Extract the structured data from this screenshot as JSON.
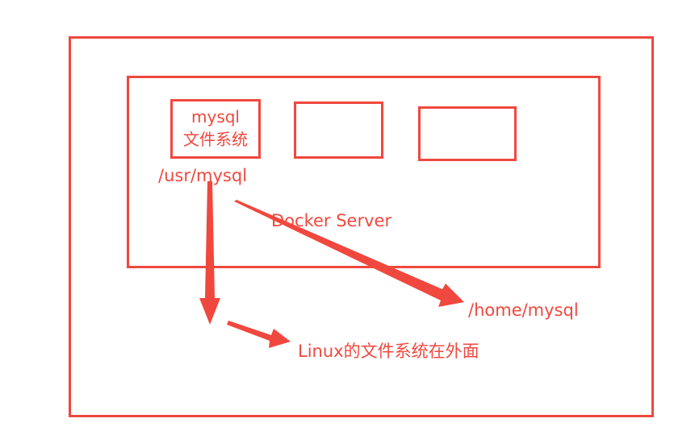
{
  "diagram": {
    "container_label": "Docker Server",
    "mysql_box": {
      "line1": "mysql",
      "line2": "文件系统"
    },
    "container_path": "/usr/mysql",
    "host_path": "/home/mysql",
    "host_note": "Linux的文件系统在外面"
  },
  "colors": {
    "stroke": "#f0483e",
    "background": "#ffffff"
  }
}
